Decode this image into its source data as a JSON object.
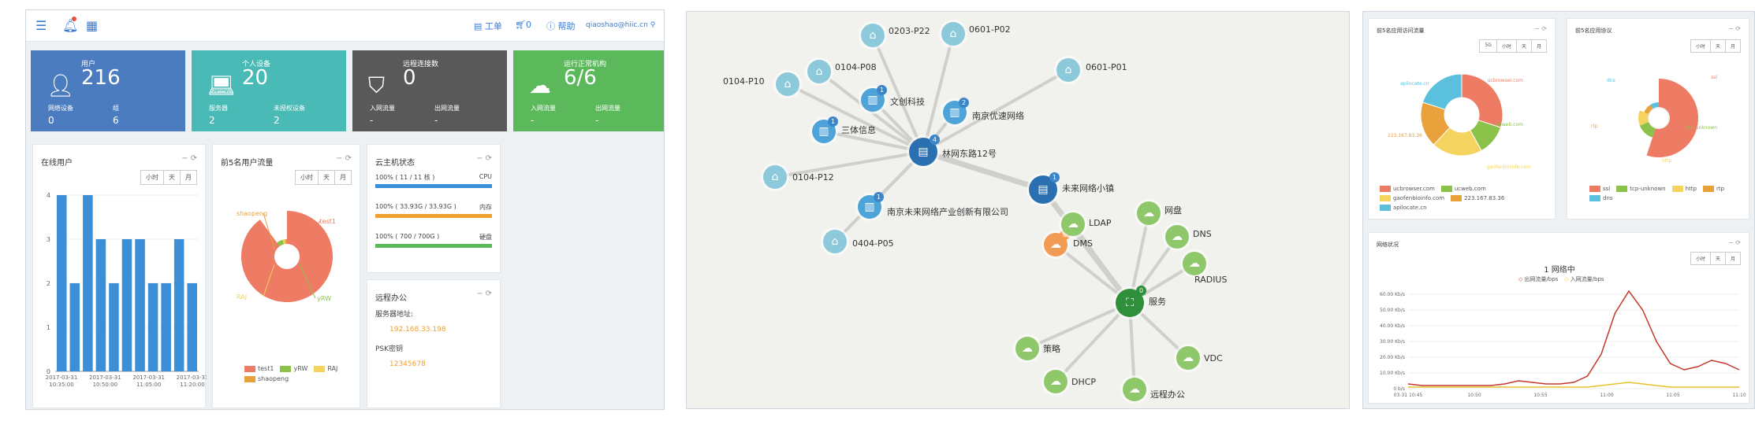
{
  "dashboard": {
    "topbar": {
      "work": "工单",
      "cart": "0",
      "help": "帮助",
      "user": "qiaoshao@hiic.cn"
    },
    "stats": [
      {
        "caption": "用户",
        "value": "216",
        "icon": "user-icon",
        "sub1_label": "网络设备",
        "sub1_value": "0",
        "sub2_label": "组",
        "sub2_value": "6",
        "color": "#4c7cc0"
      },
      {
        "caption": "个人设备",
        "value": "20",
        "icon": "laptop-icon",
        "sub1_label": "服务器",
        "sub1_value": "2",
        "sub2_label": "未授权设备",
        "sub2_value": "2",
        "color": "#49bab5"
      },
      {
        "caption": "远程连接数",
        "value": "0",
        "icon": "shield-icon",
        "sub1_label": "入网流量",
        "sub1_value": "-",
        "sub2_label": "出网流量",
        "sub2_value": "-",
        "color": "#595959"
      },
      {
        "caption": "运行正常机构",
        "value": "6/6",
        "icon": "cloud-icon",
        "sub1_label": "入网流量",
        "sub1_value": "-",
        "sub2_label": "出网流量",
        "sub2_value": "-",
        "color": "#5bb95c"
      }
    ],
    "online_users": {
      "title": "在线用户",
      "ranges": [
        "小时",
        "天",
        "月"
      ],
      "chart_data": {
        "type": "bar",
        "values": [
          4,
          2,
          4,
          3,
          2,
          3,
          3,
          2,
          2,
          3,
          2
        ],
        "yticks": [
          "0",
          "1",
          "2",
          "3",
          "4"
        ],
        "ylim": [
          0,
          4
        ],
        "xticks": [
          "2017-03-31\n10:35:00",
          "2017-03-31\n10:50:00",
          "2017-03-31\n11:05:00",
          "2017-03-31\n11:20:00"
        ],
        "color": "#3a8fd6"
      }
    },
    "top5_traffic": {
      "title": "前5名用户流量",
      "ranges": [
        "小时",
        "天",
        "月"
      ],
      "chart_data": {
        "type": "pie",
        "slices": [
          {
            "name": "test1",
            "value": 90,
            "color": "#ee7b63"
          },
          {
            "name": "yRW",
            "value": 6,
            "color": "#8bc34a"
          },
          {
            "name": "RAJ",
            "value": 2,
            "color": "#f4d35e"
          },
          {
            "name": "shaopeng",
            "value": 2,
            "color": "#e8a13b"
          }
        ],
        "labels": [
          "shaopeng",
          "test1",
          "RAJ",
          "yRW"
        ]
      }
    },
    "cloud_status": {
      "title": "云主机状态",
      "rows": [
        {
          "label": "100% ( 11 / 11 核 )",
          "name": "CPU",
          "color": "#3a8fd6"
        },
        {
          "label": "100% ( 33.93G / 33.93G )",
          "name": "内存",
          "color": "#f0a030"
        },
        {
          "label": "100% ( 700 / 700G )",
          "name": "硬盘",
          "color": "#5bb95c"
        }
      ]
    },
    "remote_office": {
      "title": "远程办公",
      "server_label": "服务器地址:",
      "server": "192.168.33.198",
      "psk_label": "PSK密钥",
      "psk": "12345678"
    }
  },
  "topology": {
    "nodes": [
      {
        "id": "n0203",
        "label": "0203-P22",
        "type": "home"
      },
      {
        "id": "n0601a",
        "label": "0601-P02",
        "type": "home"
      },
      {
        "id": "n0601b",
        "label": "0601-P01",
        "type": "home"
      },
      {
        "id": "n0104p10",
        "label": "0104-P10",
        "type": "home"
      },
      {
        "id": "n0104p08",
        "label": "0104-P08",
        "type": "home"
      },
      {
        "id": "nwenchuang",
        "label": "文创科技",
        "type": "building",
        "badge": "1"
      },
      {
        "id": "nnanjing",
        "label": "南京优速网络",
        "type": "building",
        "badge": "2"
      },
      {
        "id": "nsanti",
        "label": "三体信息",
        "type": "building",
        "badge": "1"
      },
      {
        "id": "nlinwang",
        "label": "林网东路12号",
        "type": "hub",
        "badge": "4"
      },
      {
        "id": "n0104p12",
        "label": "0104-P12",
        "type": "home"
      },
      {
        "id": "nweilai",
        "label": "未来网络小镇",
        "type": "hub",
        "badge": "1"
      },
      {
        "id": "nnanjingweilai",
        "label": "南京未来网络产业创新有限公司",
        "type": "building",
        "badge": "1"
      },
      {
        "id": "n0404",
        "label": "0404-P05",
        "type": "home"
      },
      {
        "id": "ndms",
        "label": "DMS",
        "type": "orange",
        "badge": "0"
      },
      {
        "id": "nldap",
        "label": "LDAP",
        "type": "cloud"
      },
      {
        "id": "nwangpan",
        "label": "网盘",
        "type": "cloud"
      },
      {
        "id": "ndns",
        "label": "DNS",
        "type": "cloud"
      },
      {
        "id": "nradius",
        "label": "RADIUS",
        "type": "cloud"
      },
      {
        "id": "nfuwu",
        "label": "服务",
        "type": "service",
        "badge": "0"
      },
      {
        "id": "ncelue",
        "label": "策略",
        "type": "cloud"
      },
      {
        "id": "ndhcp",
        "label": "DHCP",
        "type": "cloud"
      },
      {
        "id": "nyuancheng",
        "label": "远程办公",
        "type": "cloud"
      },
      {
        "id": "nvdc",
        "label": "VDC",
        "type": "cloud"
      }
    ]
  },
  "monitor": {
    "top5_apps": {
      "title": "前5名应用访问流量",
      "select": "5G",
      "ranges": [
        "小时",
        "天",
        "月"
      ],
      "chart_data": {
        "type": "pie",
        "slices": [
          {
            "name": "ucbrowser.com",
            "value": 30,
            "color": "#ee7b63"
          },
          {
            "name": "ucweb.com",
            "value": 12,
            "color": "#8bc34a"
          },
          {
            "name": "gaofenbioinfo.com",
            "value": 20,
            "color": "#f4d35e"
          },
          {
            "name": "223.167.83.36",
            "value": 18,
            "color": "#e8a13b"
          },
          {
            "name": "apilocate.cn",
            "value": 20,
            "color": "#5bc0de"
          }
        ]
      },
      "legend": [
        "ucbrowser.com",
        "ucweb.com",
        "gaofenbioinfo.com",
        "223.167.83.36",
        "apilocate.cn"
      ]
    },
    "top5_protocols": {
      "title": "前5名应用协议",
      "ranges": [
        "小时",
        "天",
        "月"
      ],
      "chart_data": {
        "type": "pie",
        "slices": [
          {
            "name": "ssl",
            "value": 55,
            "color": "#ee7b63"
          },
          {
            "name": "tcp-unknown",
            "value": 14,
            "color": "#8bc34a"
          },
          {
            "name": "http",
            "value": 12,
            "color": "#f4d35e"
          },
          {
            "name": "rtp",
            "value": 10,
            "color": "#e8a13b"
          },
          {
            "name": "dns",
            "value": 9,
            "color": "#5bc0de"
          }
        ]
      },
      "legend": [
        "ssl",
        "tcp-unknown",
        "http",
        "rtp",
        "dns"
      ]
    },
    "network": {
      "title": "网络状况",
      "chart_title": "1 网络中",
      "ranges": [
        "小时",
        "天",
        "月"
      ],
      "chart_data": {
        "type": "line",
        "series": [
          {
            "name": "出网流量/bps",
            "color": "#c0392b",
            "values": [
              3,
              2,
              2,
              2,
              2,
              2,
              2,
              3,
              5,
              4,
              3,
              3,
              4,
              8,
              22,
              48,
              62,
              50,
              30,
              16,
              12,
              14,
              18,
              16,
              12
            ]
          },
          {
            "name": "入网流量/bps",
            "color": "#e6c12e",
            "values": [
              1,
              1,
              1,
              1,
              1,
              1,
              1,
              1,
              1,
              1,
              1,
              1,
              1,
              1,
              2,
              3,
              4,
              3,
              2,
              1,
              1,
              1,
              1,
              1,
              1
            ]
          }
        ],
        "yticks": [
          "0 b/s",
          "10.00 Kb/s",
          "20.00 Kb/s",
          "30.00 Kb/s",
          "40.00 Kb/s",
          "50.00 Kb/s",
          "60.00 Kb/s"
        ],
        "xticks": [
          "03-31 10:45",
          "10:50",
          "10:55",
          "11:00",
          "11:05",
          "11:10"
        ]
      }
    }
  }
}
